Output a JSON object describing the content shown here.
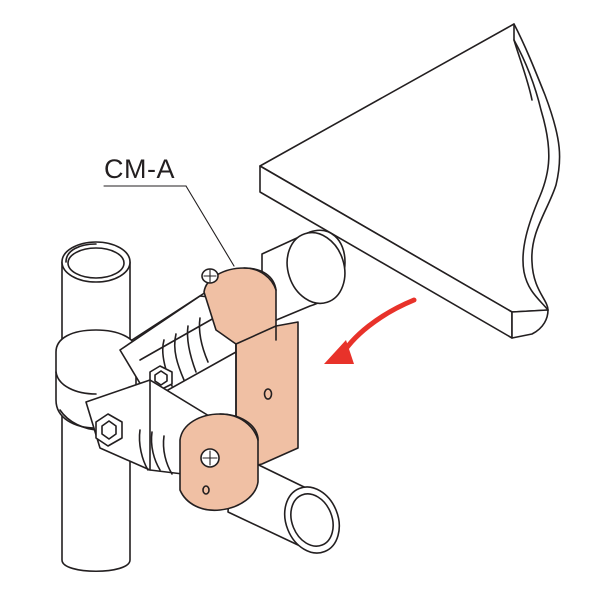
{
  "diagram": {
    "part_label": "CM-A",
    "colors": {
      "bracket": "#f0c0a4",
      "arrow": "#e8322a",
      "line": "#231f20",
      "background": "#ffffff"
    },
    "icons": [
      "vertical-pipe",
      "horizontal-pipe-upper",
      "horizontal-pipe-lower",
      "joint-clamp",
      "copper-bracket-cm-a",
      "shelf-panel",
      "rotation-arrow",
      "screw"
    ]
  }
}
